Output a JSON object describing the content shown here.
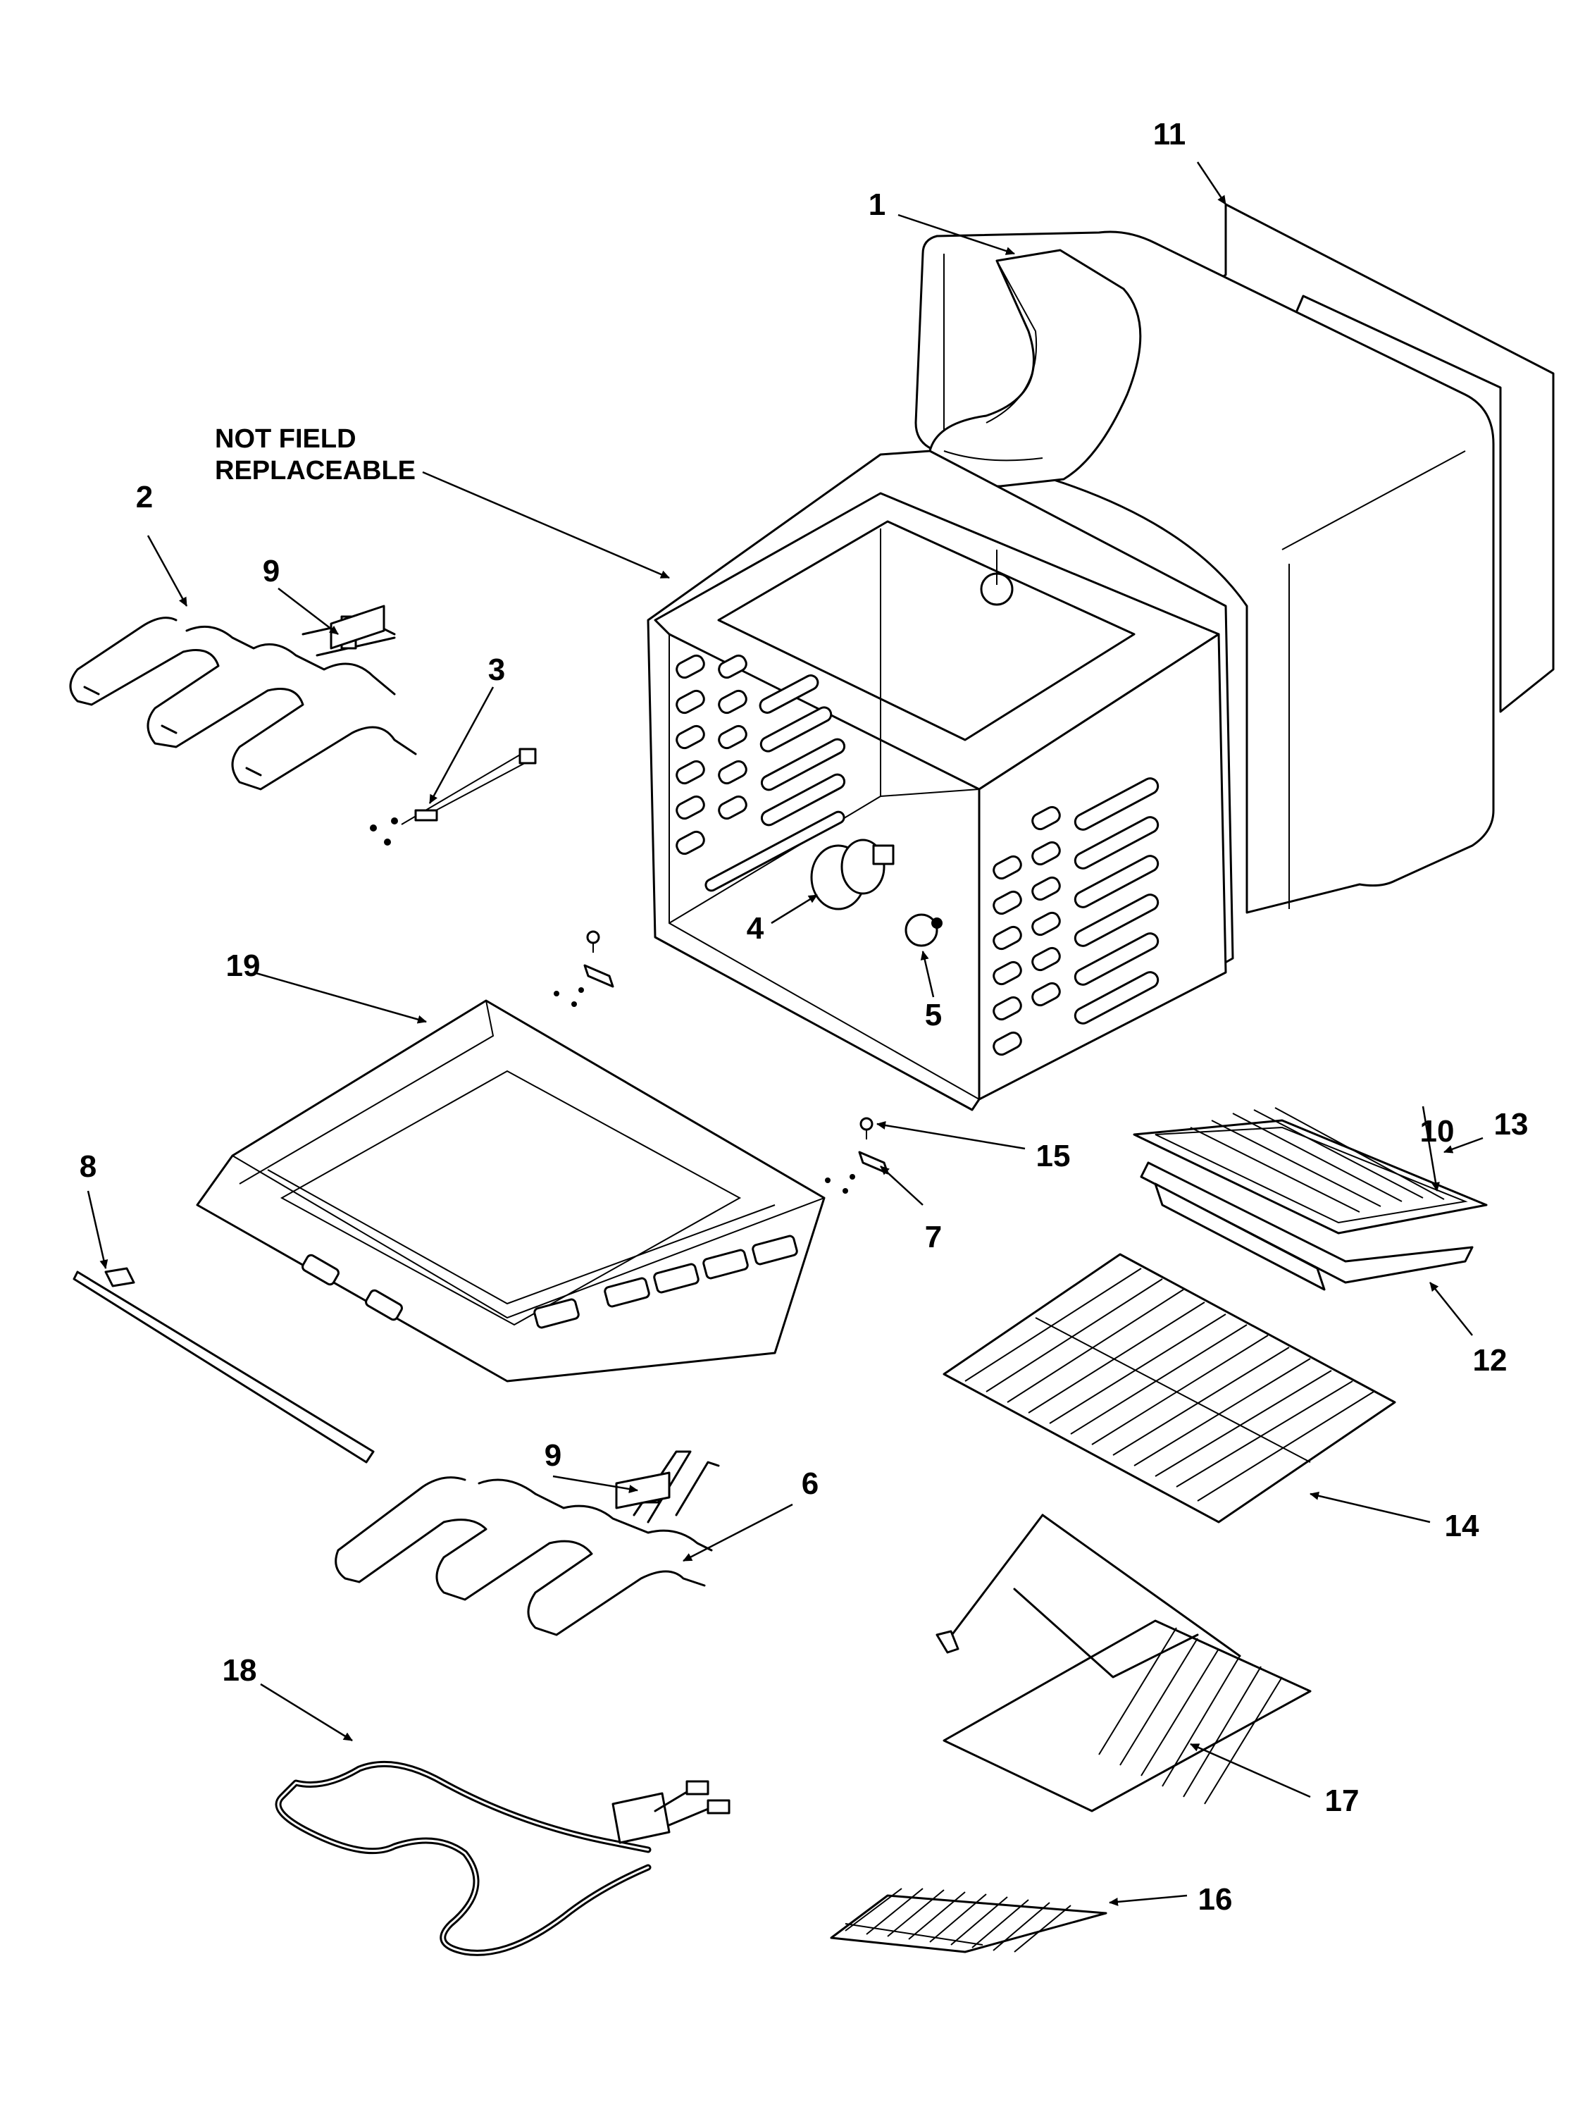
{
  "note": {
    "line1": "NOT FIELD",
    "line2": "REPLACEABLE"
  },
  "callouts": [
    "1",
    "2",
    "3",
    "4",
    "5",
    "6",
    "7",
    "8",
    "9",
    "9",
    "10",
    "11",
    "12",
    "13",
    "14",
    "15",
    "16",
    "17",
    "18",
    "19"
  ]
}
